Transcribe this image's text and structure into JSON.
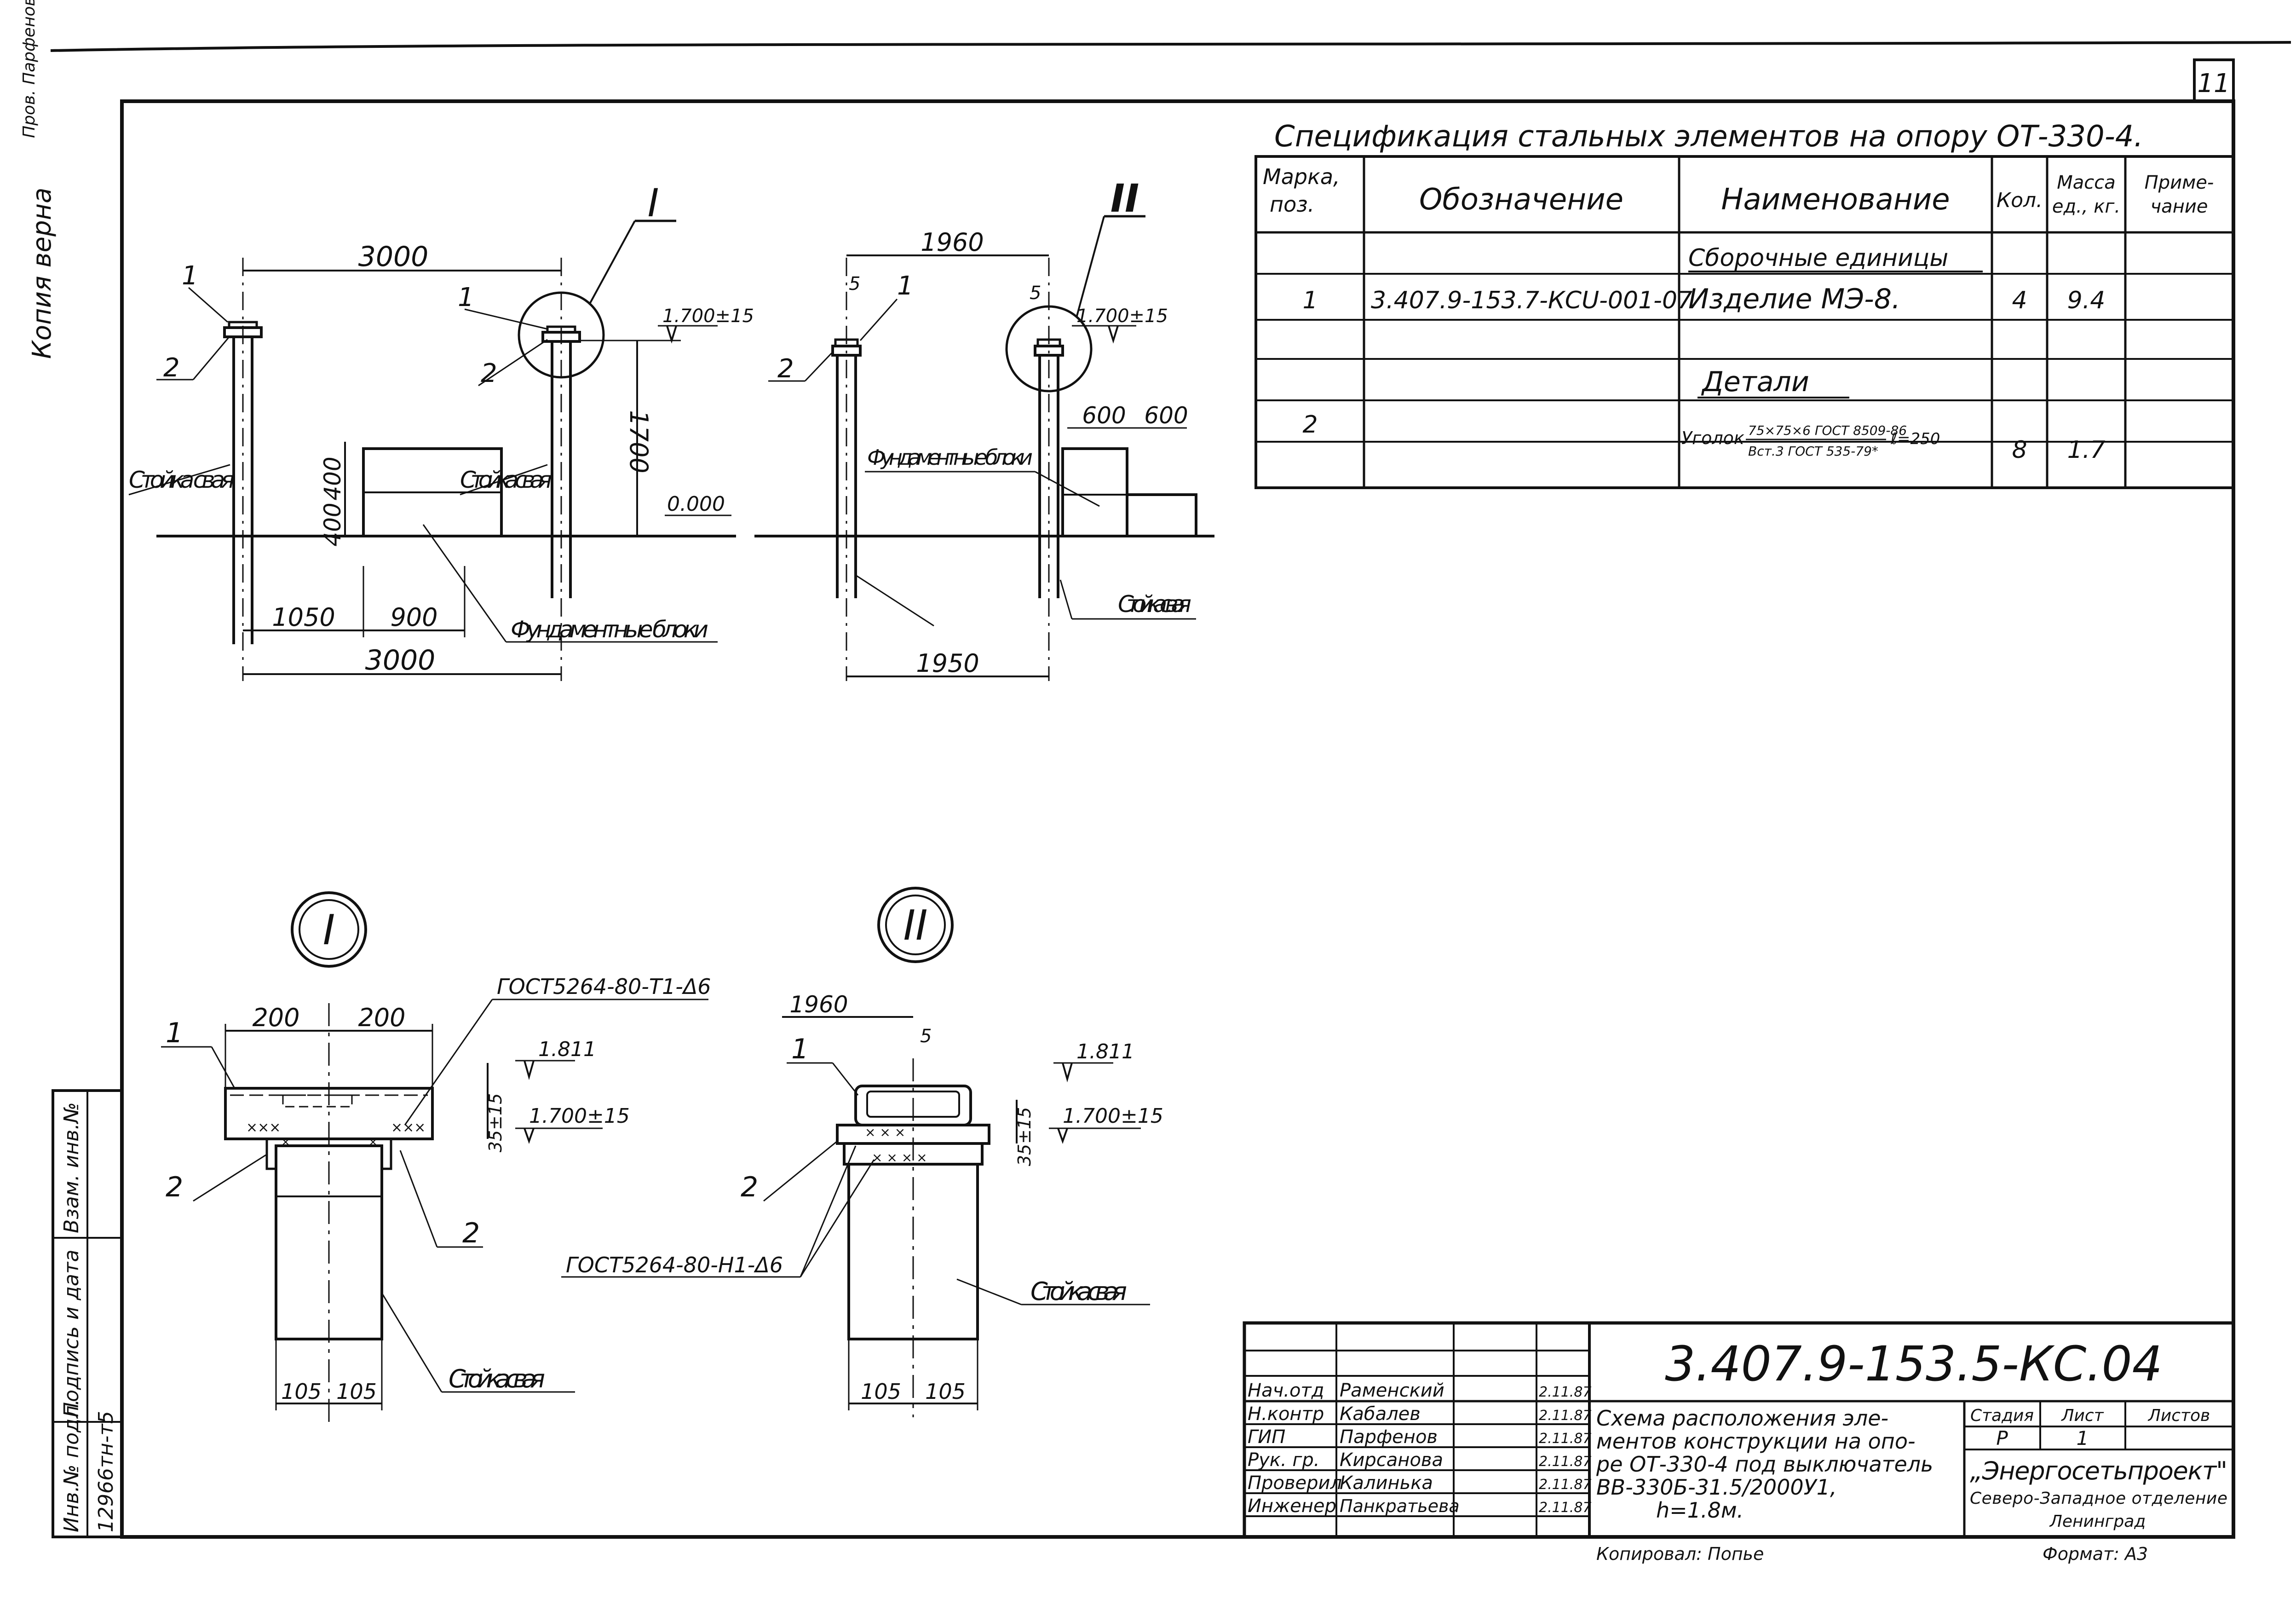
{
  "sheet": {
    "number": "11",
    "stamp_side": "Копия верна",
    "corner_note": "Пров. Парфенов"
  },
  "spec": {
    "title": "Спецификация стальных элементов на опору ОТ-330-4.",
    "headers": [
      "Марка, поз.",
      "Обозначение",
      "Наименование",
      "Кол.",
      "Масса ед., кг.",
      "Приме- чание"
    ],
    "rows": [
      {
        "mark": "",
        "designation": "",
        "name": "Сборочные единицы",
        "qty": "",
        "mass": "",
        "note": ""
      },
      {
        "mark": "1",
        "designation": "3.407.9-153.7-КСU-001-07",
        "name": "Изделие МЭ-8.",
        "qty": "4",
        "mass": "9.4",
        "note": ""
      },
      {
        "mark": "",
        "designation": "",
        "name": "Детали",
        "qty": "",
        "mass": "",
        "note": ""
      },
      {
        "mark": "2",
        "designation": "",
        "name": "Уголок",
        "name_top": "75×75×6 ГОСТ 8509-86",
        "name_bottom": "Вст.3 ГОСТ 535-79*",
        "name_suffix": "ℓ=250",
        "qty": "8",
        "mass": "1.7",
        "note": ""
      }
    ]
  },
  "view1": {
    "label": "I",
    "dims": {
      "top": "3000",
      "bottom": "3000",
      "d1050": "1050",
      "d900": "900",
      "d400a": "400",
      "d400b": "400",
      "d1700": "1700"
    },
    "marks": {
      "elev_top": "1.700±15",
      "elev_zero": "0.000"
    },
    "pos": {
      "p1a": "1",
      "p2a": "2",
      "p1b": "1",
      "p2b": "2"
    },
    "labels": {
      "post_left": "Стойка свая",
      "post_right": "Стойка свая",
      "blocks": "Фундаментные блоки"
    }
  },
  "view2": {
    "label": "II",
    "dims": {
      "top": "1960",
      "bottom": "1950",
      "d5a": "5",
      "d5b": "5",
      "d600a": "600",
      "d600b": "600"
    },
    "marks": {
      "elev_top": "1.700±15"
    },
    "pos": {
      "p1": "1",
      "p2": "2"
    },
    "labels": {
      "blocks": "Фундаментные блоки",
      "post": "Стойка свая"
    }
  },
  "detail1": {
    "label": "I",
    "dims": {
      "d200a": "200",
      "d200b": "200",
      "d105a": "105",
      "d105b": "105",
      "d35": "35±15"
    },
    "marks": {
      "elev_top": "1.811",
      "elev_mid": "1.700±15"
    },
    "pos": {
      "p1": "1",
      "p2a": "2",
      "p2b": "2"
    },
    "weld": "ГОСТ5264-80-Т1-Δ6",
    "labels": {
      "post": "Стойка свая"
    }
  },
  "detail2": {
    "label": "II",
    "dims": {
      "d1960": "1960",
      "d5": "5",
      "d105a": "105",
      "d105b": "105",
      "d35": "35±15"
    },
    "marks": {
      "elev_top": "1.811",
      "elev_mid": "1.700±15"
    },
    "pos": {
      "p1": "1",
      "p2": "2"
    },
    "weld": "ГОСТ5264-80-Н1-Δ6",
    "labels": {
      "post": "Стойка свая"
    }
  },
  "titleblock": {
    "code": "3.407.9-153.5-КС.04",
    "rows": [
      {
        "role": "Нач.отд",
        "name": "Раменский",
        "date": "2.11.87"
      },
      {
        "role": "Н.контр",
        "name": "Кабалев",
        "date": "2.11.87"
      },
      {
        "role": "ГИП",
        "name": "Парфенов",
        "date": "2.11.87"
      },
      {
        "role": "Рук. гр.",
        "name": "Кирсанова",
        "date": "2.11.87"
      },
      {
        "role": "Проверил",
        "name": "Калинька",
        "date": "2.11.87"
      },
      {
        "role": "Инженер",
        "name": "Панкратьева",
        "date": "2.11.87"
      }
    ],
    "description": [
      "Схема расположения эле-",
      "ментов конструкции на опо-",
      "ре ОТ-330-4 под выключатель",
      "ВВ-330Б-31.5/2000У1,",
      "h=1.8м."
    ],
    "stage_h": "Стадия",
    "sheet_h": "Лист",
    "sheets_h": "Листов",
    "stage": "Р",
    "sheet": "1",
    "sheets": "",
    "org": [
      "„Энергосетьпроект\"",
      "Северо-Западное отделение",
      "Ленинград"
    ],
    "copied": "Копировал: Попье",
    "format": "Формат: А3"
  },
  "side_stamp": {
    "inv": "Инв.№ подл.",
    "sign": "Подпись и дата",
    "vz": "Взам. инв.№",
    "inv_val": "12966тн-т5"
  }
}
